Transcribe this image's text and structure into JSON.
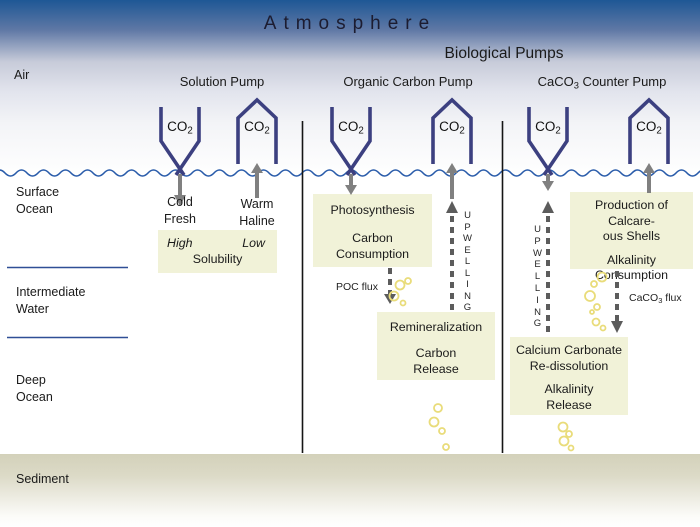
{
  "palette": {
    "sky_top_blue": "#1e5795",
    "funnel_navy": "#3c4080",
    "wave_blue": "#2a5caa",
    "depth_line_blue": "#2f4f96",
    "divider_black": "#151515",
    "solid_arrow_gray": "#808080",
    "dashed_arrow_gray": "#5c5c5c",
    "box_background": "#f1f2d8",
    "bubble_yellow": "#e9dc7a",
    "sediment_tan": "#d3d1ba"
  },
  "header": {
    "title": "Atmosphere",
    "biological_pumps": "Biological Pumps"
  },
  "zones": {
    "air": "Air",
    "surface": [
      "Surface",
      "Ocean"
    ],
    "intermediate": [
      "Intermediate",
      "Water"
    ],
    "deep": [
      "Deep",
      "Ocean"
    ],
    "sediment": "Sediment"
  },
  "co2_label": {
    "pre": "CO",
    "sub": "2"
  },
  "solution_pump": {
    "title": "Solution Pump",
    "cold": [
      "Cold",
      "Fresh"
    ],
    "warm": [
      "Warm",
      "Haline"
    ],
    "solubility_box": {
      "high": "High",
      "low": "Low",
      "label": "Solubility"
    }
  },
  "organic_pump": {
    "title": "Organic Carbon Pump",
    "photosynthesis_box": [
      "Photosynthesis",
      "Carbon",
      "Consumption"
    ],
    "remineralization_box": [
      "Remineralization",
      "Carbon",
      "Release"
    ],
    "poc_flux": "POC flux",
    "upwelling": "UPWELLING"
  },
  "caco3_pump": {
    "title": {
      "pre": "CaCO",
      "sub": "3",
      "post": " Counter Pump"
    },
    "production_box": [
      "Production of Calcare-",
      "ous Shells",
      "Alkalinity",
      "Consumption"
    ],
    "redissolution_box": [
      "Calcium Carbonate",
      "Re-dissolution",
      "Alkalinity",
      "Release"
    ],
    "flux": {
      "pre": "CaCO",
      "sub": "3",
      "post": " flux"
    },
    "upwelling": "UPWELLING"
  }
}
